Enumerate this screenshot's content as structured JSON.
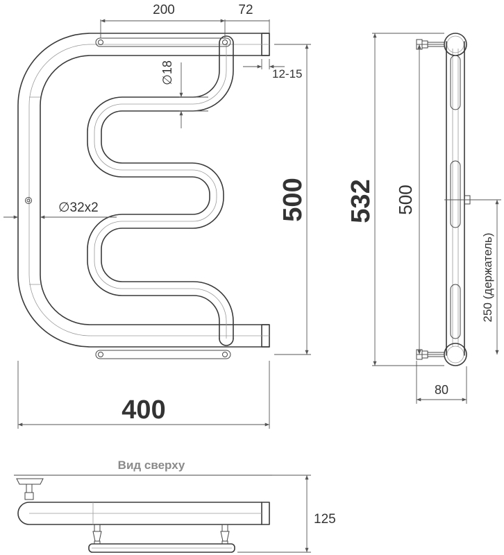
{
  "front_view": {
    "dim_top_width": "200",
    "dim_top_offset": "72",
    "dim_inner_diameter": "∅18",
    "dim_gap": "12-15",
    "dim_pipe_diameter": "∅32x2",
    "dim_height": "500",
    "dim_width": "400"
  },
  "side_view": {
    "dim_total_height": "532",
    "dim_axis_height": "500",
    "dim_holder": "250 (держатель)",
    "dim_depth": "80"
  },
  "top_view": {
    "title": "Вид сверху",
    "dim_depth": "125"
  }
}
